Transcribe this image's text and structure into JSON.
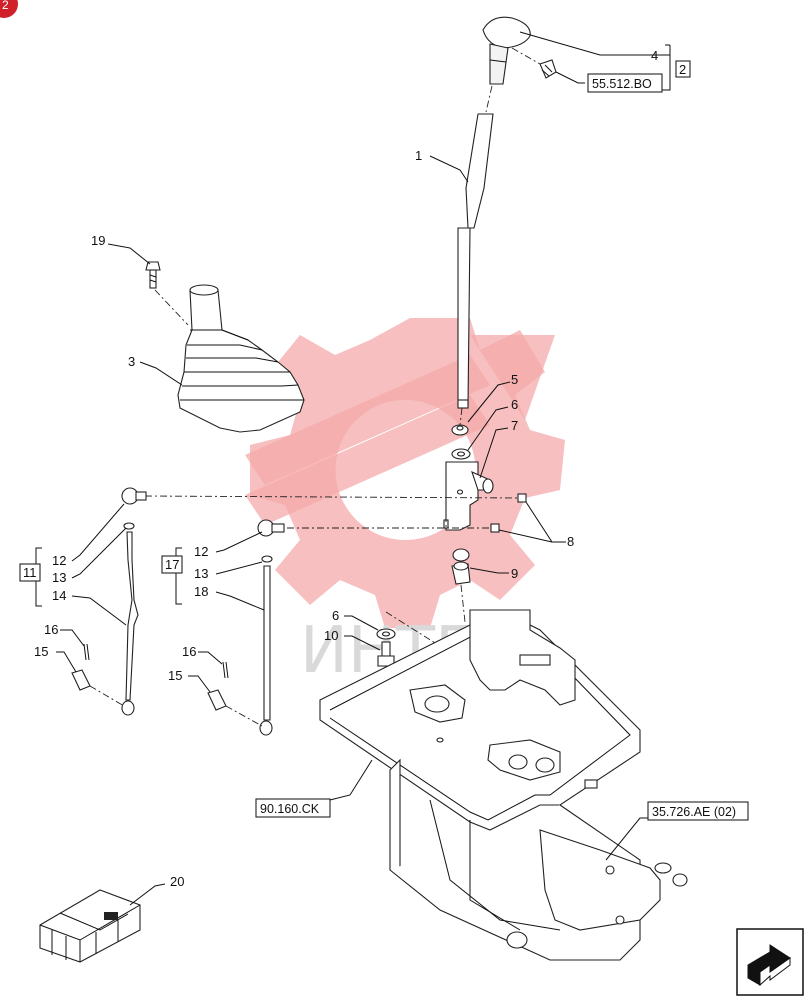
{
  "corner_badge": "2",
  "watermark_text": "ИНТЕХ",
  "callouts": {
    "c1": "1",
    "c3": "3",
    "c4": "4",
    "c5": "5",
    "c6a": "6",
    "c6b": "6",
    "c7": "7",
    "c8": "8",
    "c9": "9",
    "c10": "10",
    "c12a": "12",
    "c13a": "13",
    "c14": "14",
    "c15a": "15",
    "c16a": "16",
    "c12b": "12",
    "c13b": "13",
    "c18": "18",
    "c15b": "15",
    "c16b": "16",
    "c19": "19",
    "c20": "20"
  },
  "group_refs": {
    "g2": "2",
    "g11": "11",
    "g17": "17"
  },
  "section_refs": {
    "r1": "55.512.BO",
    "r2": "90.160.CK",
    "r3": "35.726.AE (02)"
  },
  "nav_icon": "next-page-arrow-icon",
  "colors": {
    "watermark": "#f4aaaa",
    "badge": "#d0202a",
    "line": "#111111"
  }
}
